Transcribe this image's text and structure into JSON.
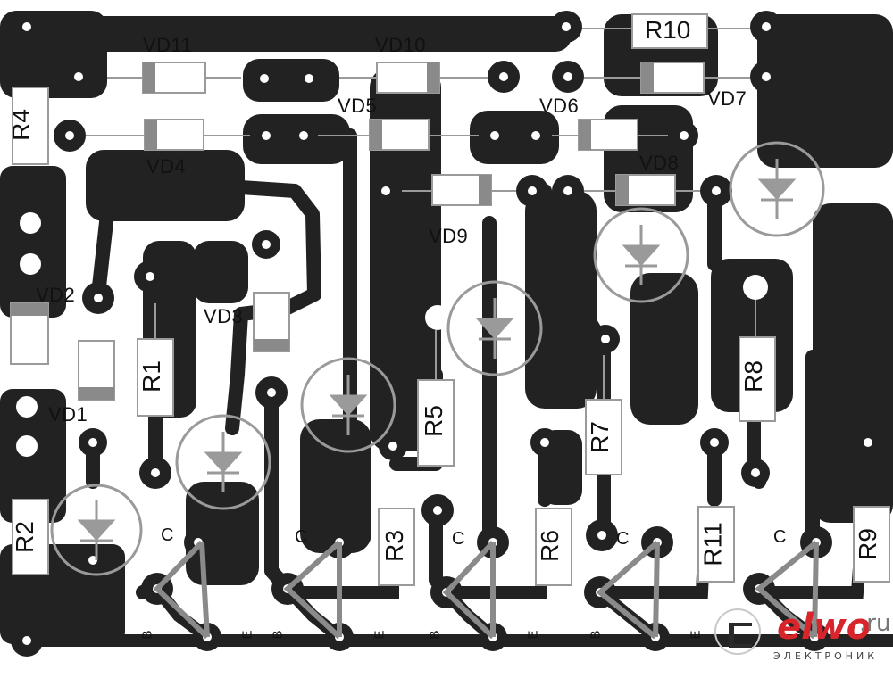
{
  "board": {
    "copper_color": "#222222",
    "silk_color": "#9a9a9a",
    "background": "#ffffff"
  },
  "labels": {
    "vd11": "VD11",
    "vd10": "VD10",
    "r10": "R10",
    "vd7": "VD7",
    "vd5": "VD5",
    "vd6": "VD6",
    "vd4": "VD4",
    "vd8": "VD8",
    "vd9": "VD9",
    "r4": "R4",
    "vd2": "VD2",
    "vd3": "VD3",
    "vd1": "VD1",
    "r1": "R1",
    "r2": "R2",
    "r3": "R3",
    "r5": "R5",
    "r6": "R6",
    "r7": "R7",
    "r8": "R8",
    "r9": "R9",
    "r11": "R11"
  },
  "transistor_pins": {
    "collector": "C",
    "base": "B",
    "emitter": "E"
  },
  "logo": {
    "word": "elwo",
    "tld": ".ru",
    "subtitle": "ЭЛЕКТРОНИК"
  }
}
